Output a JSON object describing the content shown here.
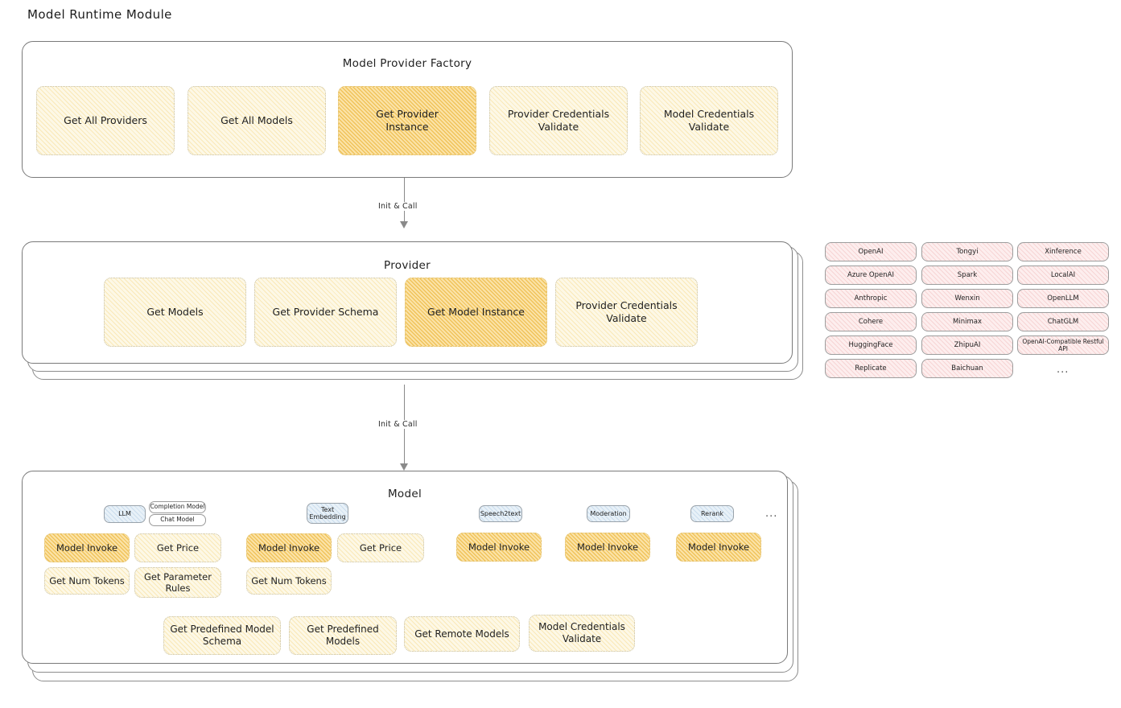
{
  "page": {
    "title": "Model Runtime Module"
  },
  "factory": {
    "title": "Model Provider Factory",
    "methods": [
      {
        "label": "Get All Providers",
        "highlight": false
      },
      {
        "label": "Get All Models",
        "highlight": false
      },
      {
        "label": "Get Provider\nInstance",
        "highlight": true
      },
      {
        "label": "Provider Credentials\nValidate",
        "highlight": false
      },
      {
        "label": "Model Credentials\nValidate",
        "highlight": false
      }
    ]
  },
  "arrow1": {
    "label": "Init & Call"
  },
  "provider": {
    "title": "Provider",
    "methods": [
      {
        "label": "Get Models",
        "highlight": false
      },
      {
        "label": "Get Provider Schema",
        "highlight": false
      },
      {
        "label": "Get Model Instance",
        "highlight": true
      },
      {
        "label": "Provider Credentials\nValidate",
        "highlight": false
      }
    ]
  },
  "arrow2": {
    "label": "Init & Call"
  },
  "provider_list": {
    "ellipsis": "...",
    "columns": [
      {
        "items": [
          "OpenAI",
          "Azure OpenAI",
          "Anthropic",
          "Cohere",
          "HuggingFace",
          "Replicate"
        ]
      },
      {
        "items": [
          "Tongyi",
          "Spark",
          "Wenxin",
          "Minimax",
          "ZhipuAI",
          "Baichuan"
        ]
      },
      {
        "items": [
          "Xinference",
          "LocalAI",
          "OpenLLM",
          "ChatGLM",
          "OpenAI-Compatible Restful API"
        ]
      }
    ]
  },
  "model": {
    "title": "Model",
    "ellipsis": "...",
    "types": [
      {
        "name": "LLM",
        "sub": [
          "Completion Model",
          "Chat Model"
        ],
        "methods": [
          {
            "label": "Model Invoke",
            "highlight": true
          },
          {
            "label": "Get Price",
            "highlight": false
          },
          {
            "label": "Get Num Tokens",
            "highlight": false
          },
          {
            "label": "Get Parameter\nRules",
            "highlight": false
          }
        ]
      },
      {
        "name": "Text\nEmbedding",
        "sub": [],
        "methods": [
          {
            "label": "Model Invoke",
            "highlight": true
          },
          {
            "label": "Get Price",
            "highlight": false
          },
          {
            "label": "Get Num Tokens",
            "highlight": false
          }
        ]
      },
      {
        "name": "Speech2text",
        "sub": [],
        "methods": [
          {
            "label": "Model Invoke",
            "highlight": true
          }
        ]
      },
      {
        "name": "Moderation",
        "sub": [],
        "methods": [
          {
            "label": "Model Invoke",
            "highlight": true
          }
        ]
      },
      {
        "name": "Rerank",
        "sub": [],
        "methods": [
          {
            "label": "Model Invoke",
            "highlight": true
          }
        ]
      }
    ],
    "common_methods": [
      {
        "label": "Get Predefined Model\nSchema",
        "highlight": false
      },
      {
        "label": "Get Predefined\nModels",
        "highlight": false
      },
      {
        "label": "Get Remote Models",
        "highlight": false
      },
      {
        "label": "Model Credentials\nValidate",
        "highlight": false
      }
    ]
  },
  "colors": {
    "box_fill": "#fdf8e6",
    "box_highlight": "#fbe3a8",
    "chip_fill": "#fdeeee",
    "badge_fill": "#e8f1f8",
    "stroke": "#7a7a7a",
    "text": "#1f1f1f"
  }
}
